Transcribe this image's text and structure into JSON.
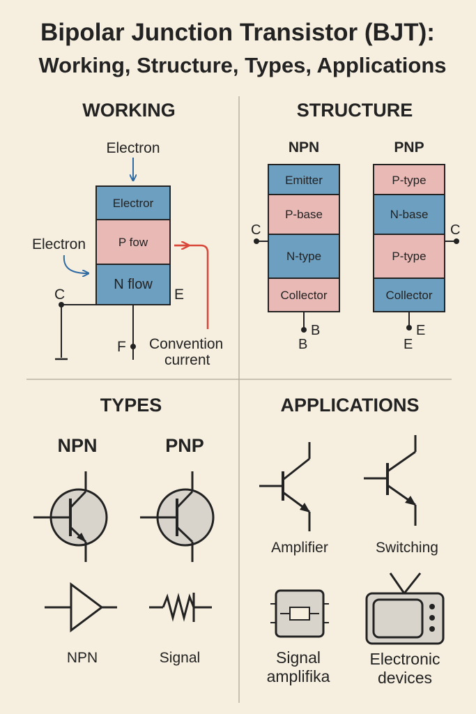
{
  "header": {
    "title": "Bipolar Junction Transistor (BJT):",
    "subtitle": "Working, Structure, Types, Applications"
  },
  "working": {
    "heading": "WORKING",
    "top_arrow_label": "Electron",
    "side_arrow_label": "Electron",
    "layers": [
      "Electror",
      "P fow",
      "N flow"
    ],
    "terminal_c": "C",
    "terminal_e": "E",
    "terminal_f": "F",
    "current_label_line1": "Convention",
    "current_label_line2": "current",
    "colors": {
      "blue": "#6d9fc0",
      "pink": "#e8b9b5",
      "red": "#d9473b",
      "arrow_blue": "#2f6aa3"
    }
  },
  "structure": {
    "heading": "STRUCTURE",
    "npn": {
      "label": "NPN",
      "layers": [
        "Emitter",
        "P-base",
        "N-type",
        "Collector"
      ],
      "side_terminal": "C",
      "bottom_terminal_right": "B",
      "bottom_terminal_below": "B"
    },
    "pnp": {
      "label": "PNP",
      "layers": [
        "P-type",
        "N-base",
        "P-type",
        "Collector"
      ],
      "side_terminal": "C",
      "bottom_terminal_right": "E",
      "bottom_terminal_below": "E"
    }
  },
  "types": {
    "heading": "TYPES",
    "npn_label": "NPN",
    "pnp_label": "PNP",
    "amp_label": "NPN",
    "signal_label": "Signal"
  },
  "applications": {
    "heading": "APPLICATIONS",
    "amplifier": "Amplifier",
    "switching": "Switching",
    "signal_line1": "Signal",
    "signal_line2": "amplifika",
    "devices_line1": "Electronic",
    "devices_line2": "devices"
  }
}
